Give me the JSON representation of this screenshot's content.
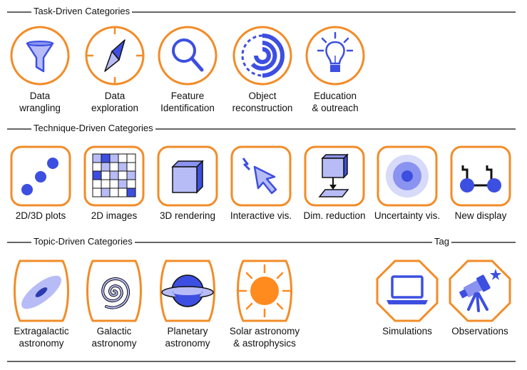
{
  "sections": {
    "task": "Task-Driven Categories",
    "technique": "Technique-Driven Categories",
    "topic": "Topic-Driven Categories",
    "tag": "Tag"
  },
  "task_items": [
    {
      "label": "Data\nwrangling",
      "icon": "funnel-icon"
    },
    {
      "label": "Data\nexploration",
      "icon": "compass-icon"
    },
    {
      "label": "Feature\nIdentification",
      "icon": "magnifier-icon"
    },
    {
      "label": "Object\nreconstruction",
      "icon": "arcs-icon"
    },
    {
      "label": "Education\n& outreach",
      "icon": "lightbulb-icon"
    }
  ],
  "technique_items": [
    {
      "label": "2D/3D plots",
      "icon": "scatter-plot-icon"
    },
    {
      "label": "2D images",
      "icon": "pixel-grid-icon"
    },
    {
      "label": "3D rendering",
      "icon": "cube-icon"
    },
    {
      "label": "Interactive vis.",
      "icon": "cursor-click-icon"
    },
    {
      "label": "Dim. reduction",
      "icon": "projection-icon"
    },
    {
      "label": "Uncertainty vis.",
      "icon": "concentric-circles-icon"
    },
    {
      "label": "New display",
      "icon": "network-icon"
    }
  ],
  "topic_items": [
    {
      "label": "Extragalactic\nastronomy",
      "icon": "elliptical-galaxy-icon"
    },
    {
      "label": "Galactic\nastronomy",
      "icon": "spiral-icon"
    },
    {
      "label": "Planetary\nastronomy",
      "icon": "ringed-planet-icon"
    },
    {
      "label": "Solar astronomy\n& astrophysics",
      "icon": "sun-icon"
    }
  ],
  "tag_items": [
    {
      "label": "Simulations",
      "icon": "laptop-icon"
    },
    {
      "label": "Observations",
      "icon": "telescope-icon"
    }
  ],
  "colors": {
    "outline": "#f28c28",
    "accent": "#3d4fe0",
    "light": "#b7bcf7",
    "sun": "#ff8a1e",
    "rule": "#666666"
  }
}
